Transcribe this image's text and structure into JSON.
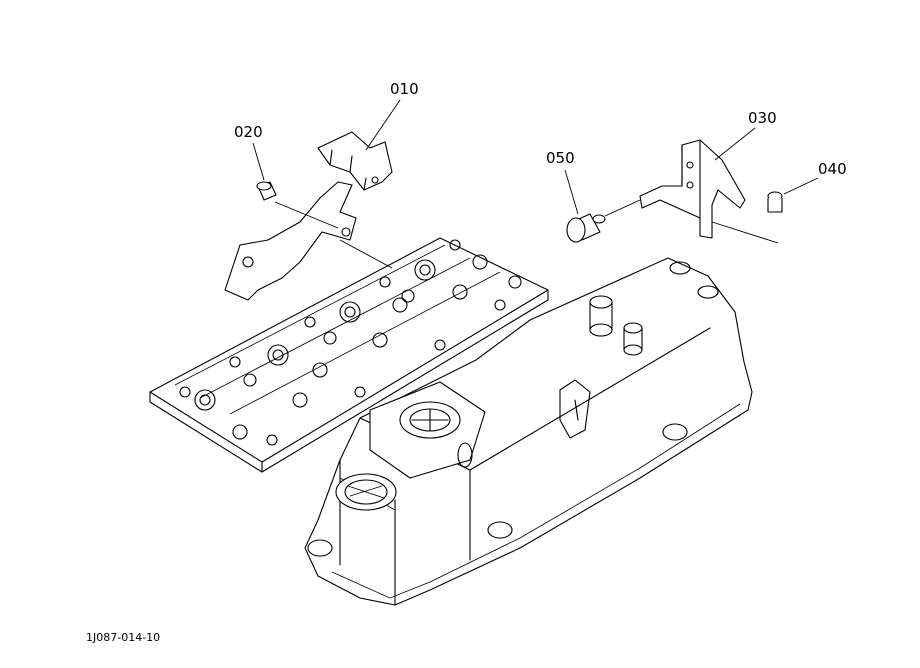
{
  "callouts": {
    "c010": "010",
    "c020": "020",
    "c030": "030",
    "c040": "040",
    "c050": "050"
  },
  "figure_code": "1J087-014-10"
}
